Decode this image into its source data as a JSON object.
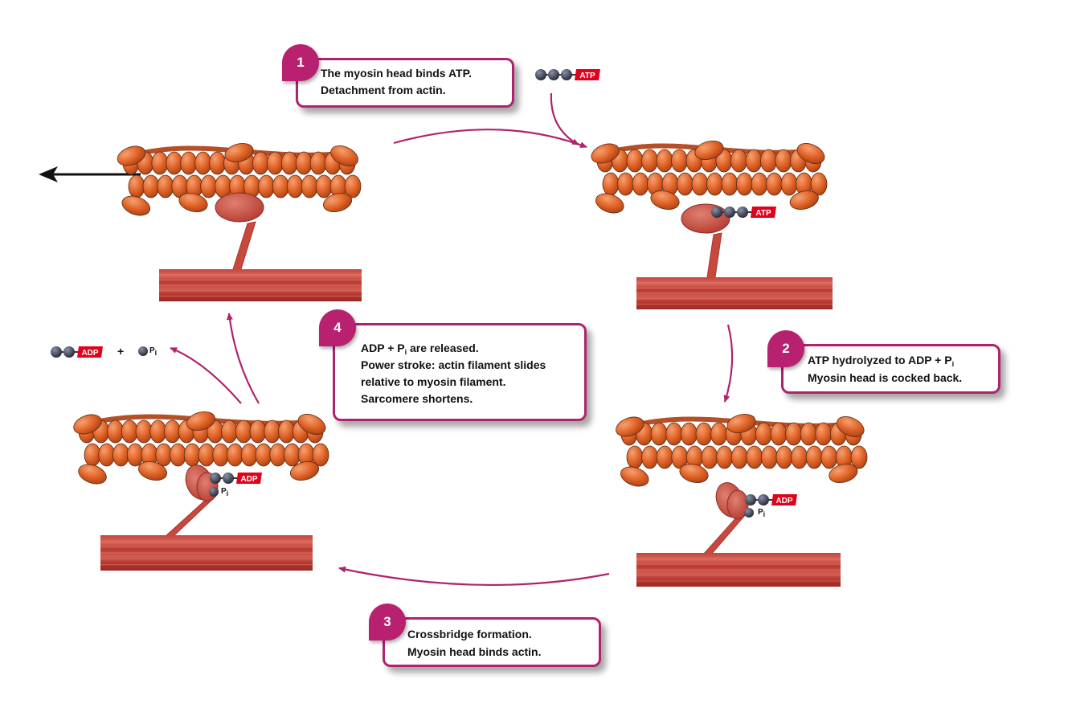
{
  "steps": [
    {
      "number": "1",
      "lines": [
        "The myosin head binds ATP.",
        "Detachment from actin."
      ]
    },
    {
      "number": "2",
      "line1_pre": "ATP hydrolyzed to  ADP + P",
      "line1_sub": "i",
      "line2": "Myosin head is cocked back."
    },
    {
      "number": "3",
      "lines": [
        "Crossbridge formation.",
        "Myosin head binds actin."
      ]
    },
    {
      "number": "4",
      "line1_pre": "ADP + P",
      "line1_sub": "i",
      "line1_post": " are released.",
      "lines_rest": [
        "Power stroke: actin filament  slides",
        "relative to myosin filament.",
        "Sarcomere shortens."
      ]
    }
  ],
  "labels": {
    "atp": "ATP",
    "adp": "ADP",
    "pi_main": "P",
    "pi_sub": "i",
    "plus": "+"
  },
  "colors": {
    "accent": "#b0226e",
    "actin": "#e0682a",
    "myosin": "#c0433a",
    "phosphate": "#2e3140",
    "chem_tag": "#e3001b"
  }
}
